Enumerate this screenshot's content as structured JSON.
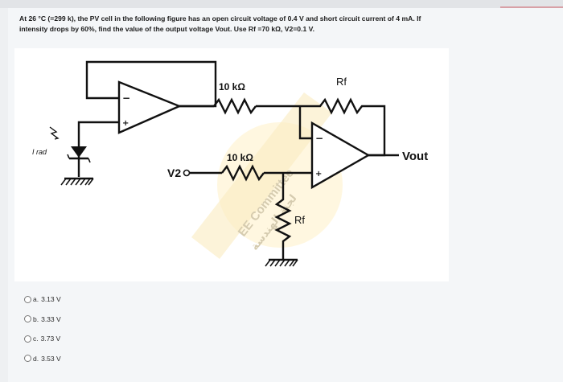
{
  "question": {
    "line1": "At 26 °C (=299 k), the PV cell in the following figure has an open circuit voltage of 0.4 V and short circuit current of 4 mA. If",
    "line2": "intensity drops by 60%, find the value of the output voltage Vout. Use Rf =70 kΩ, V2=0.1 V."
  },
  "figure": {
    "r1_label": "10 kΩ",
    "rf_top_label": "Rf",
    "r2_label": "10 kΩ",
    "rf_bottom_label": "Rf",
    "v2_label": "V2",
    "vout_label": "Vout",
    "irad_label": "I rad",
    "minus_sign": "−",
    "plus_sign": "+",
    "watermark_line1": "EE Committee",
    "watermark_line2": "لجنة الهندسة"
  },
  "options": [
    {
      "letter": "a.",
      "text": "3.13 V"
    },
    {
      "letter": "b.",
      "text": "3.33 V"
    },
    {
      "letter": "c.",
      "text": "3.73 V"
    },
    {
      "letter": "d.",
      "text": "3.53 V"
    }
  ]
}
